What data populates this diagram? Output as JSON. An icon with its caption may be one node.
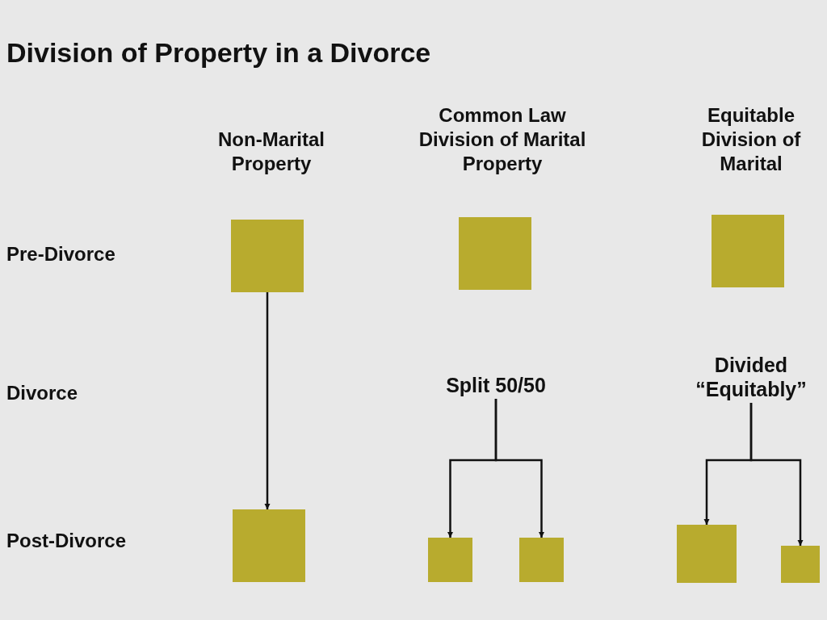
{
  "diagram": {
    "title": "Division of Property in a Divorce",
    "nodes": [
      {
        "text": [],
        "shape": "box"
      },
      {
        "text": [],
        "shape": "box"
      },
      {
        "text": [],
        "shape": "box"
      },
      {
        "text": [
          "Split 50/50"
        ]
      },
      {
        "text": [
          "Divided “Equitably”"
        ]
      },
      {
        "text": [],
        "shape": "box"
      },
      {
        "text": [],
        "shape": "box"
      },
      {
        "text": [],
        "shape": "box"
      },
      {
        "text": [],
        "shape": "box"
      },
      {
        "text": [],
        "shape": "box"
      }
    ],
    "edges": [
      {
        "from": 0,
        "to": 5,
        "arrow": "to"
      },
      {
        "from": 3,
        "to": 6,
        "arrow": "to"
      },
      {
        "from": 3,
        "to": 7,
        "arrow": "to"
      },
      {
        "from": 4,
        "to": 8,
        "arrow": "to"
      },
      {
        "from": 4,
        "to": 9,
        "arrow": "to"
      }
    ],
    "labels": [
      "Non-Marital Property",
      "Common Law Division of Marital Property",
      "Equitable Division of Marital",
      "Pre-Divorce",
      "Divorce",
      "Post-Divorce"
    ]
  }
}
